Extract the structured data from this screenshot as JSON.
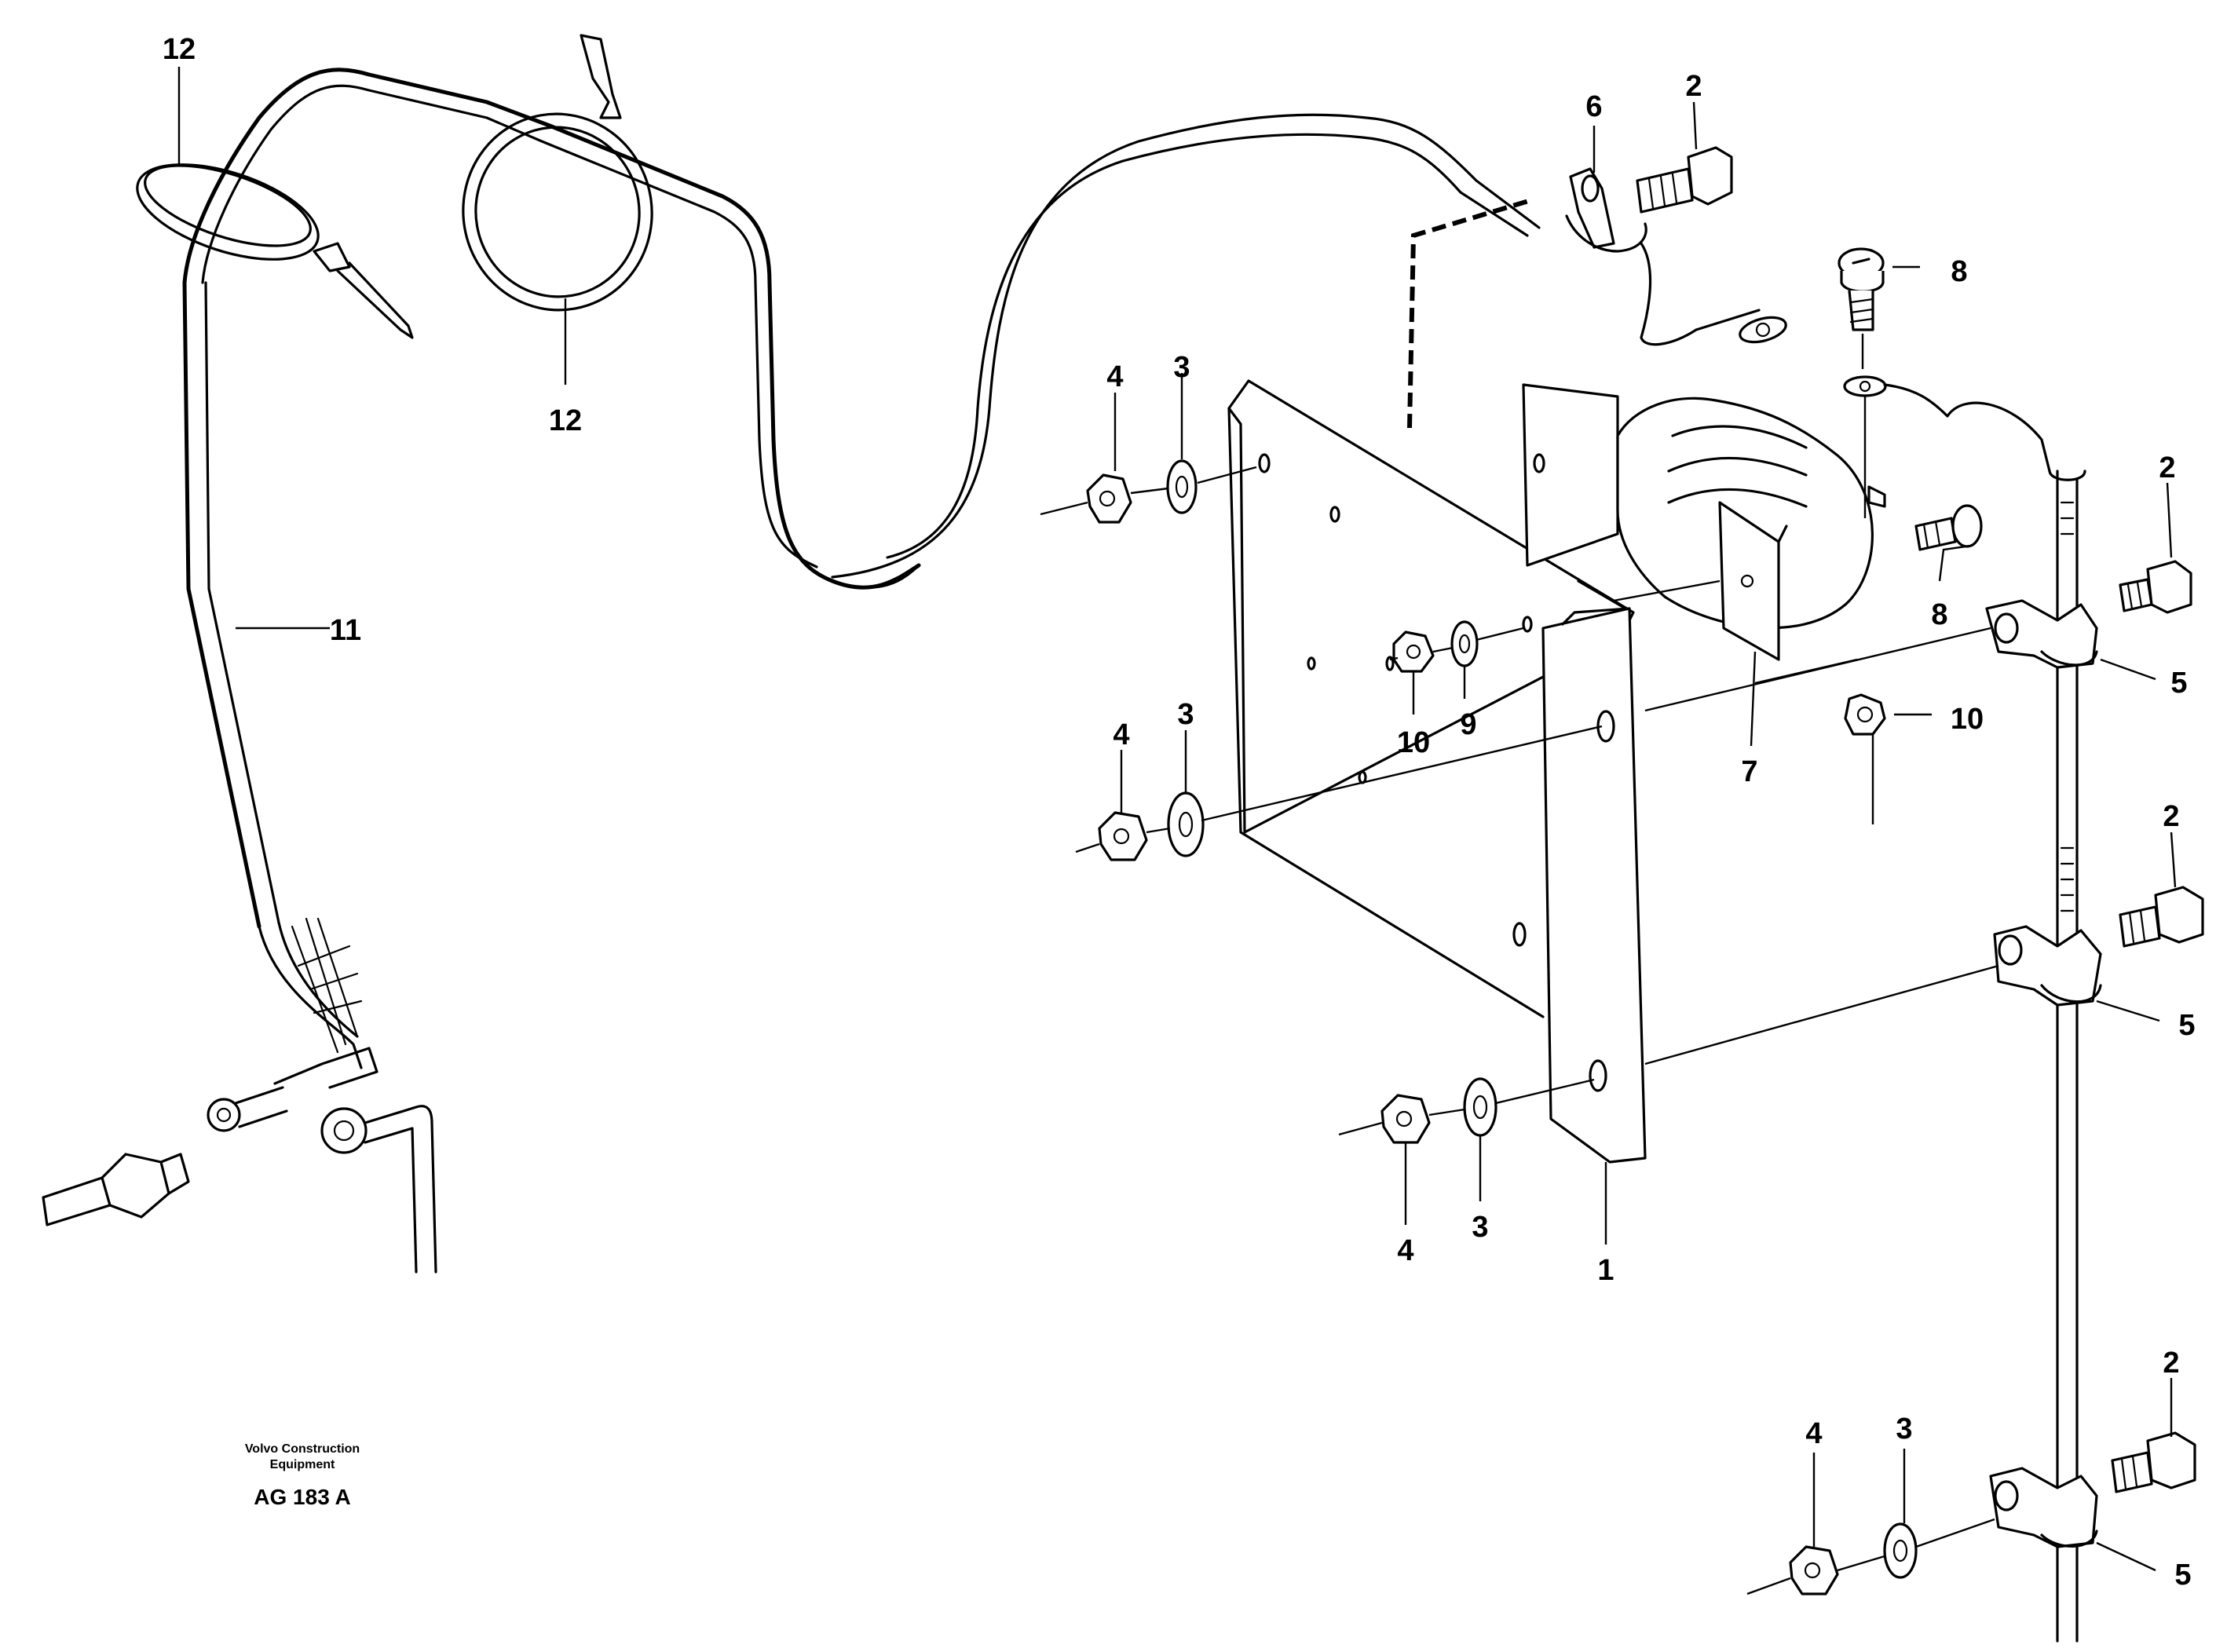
{
  "callouts": {
    "c1": "1",
    "c2a": "2",
    "c2b": "2",
    "c2c": "2",
    "c2d": "2",
    "c3a": "3",
    "c3b": "3",
    "c3c": "3",
    "c3d": "3",
    "c4a": "4",
    "c4b": "4",
    "c4c": "4",
    "c4d": "4",
    "c5a": "5",
    "c5b": "5",
    "c5c": "5",
    "c6": "6",
    "c7": "7",
    "c8a": "8",
    "c8b": "8",
    "c9": "9",
    "c10a": "10",
    "c10b": "10",
    "c11": "11",
    "c12a": "12",
    "c12b": "12"
  },
  "footer": {
    "company_line1": "Volvo Construction",
    "company_line2": "Equipment",
    "code": "AG 183 A"
  }
}
